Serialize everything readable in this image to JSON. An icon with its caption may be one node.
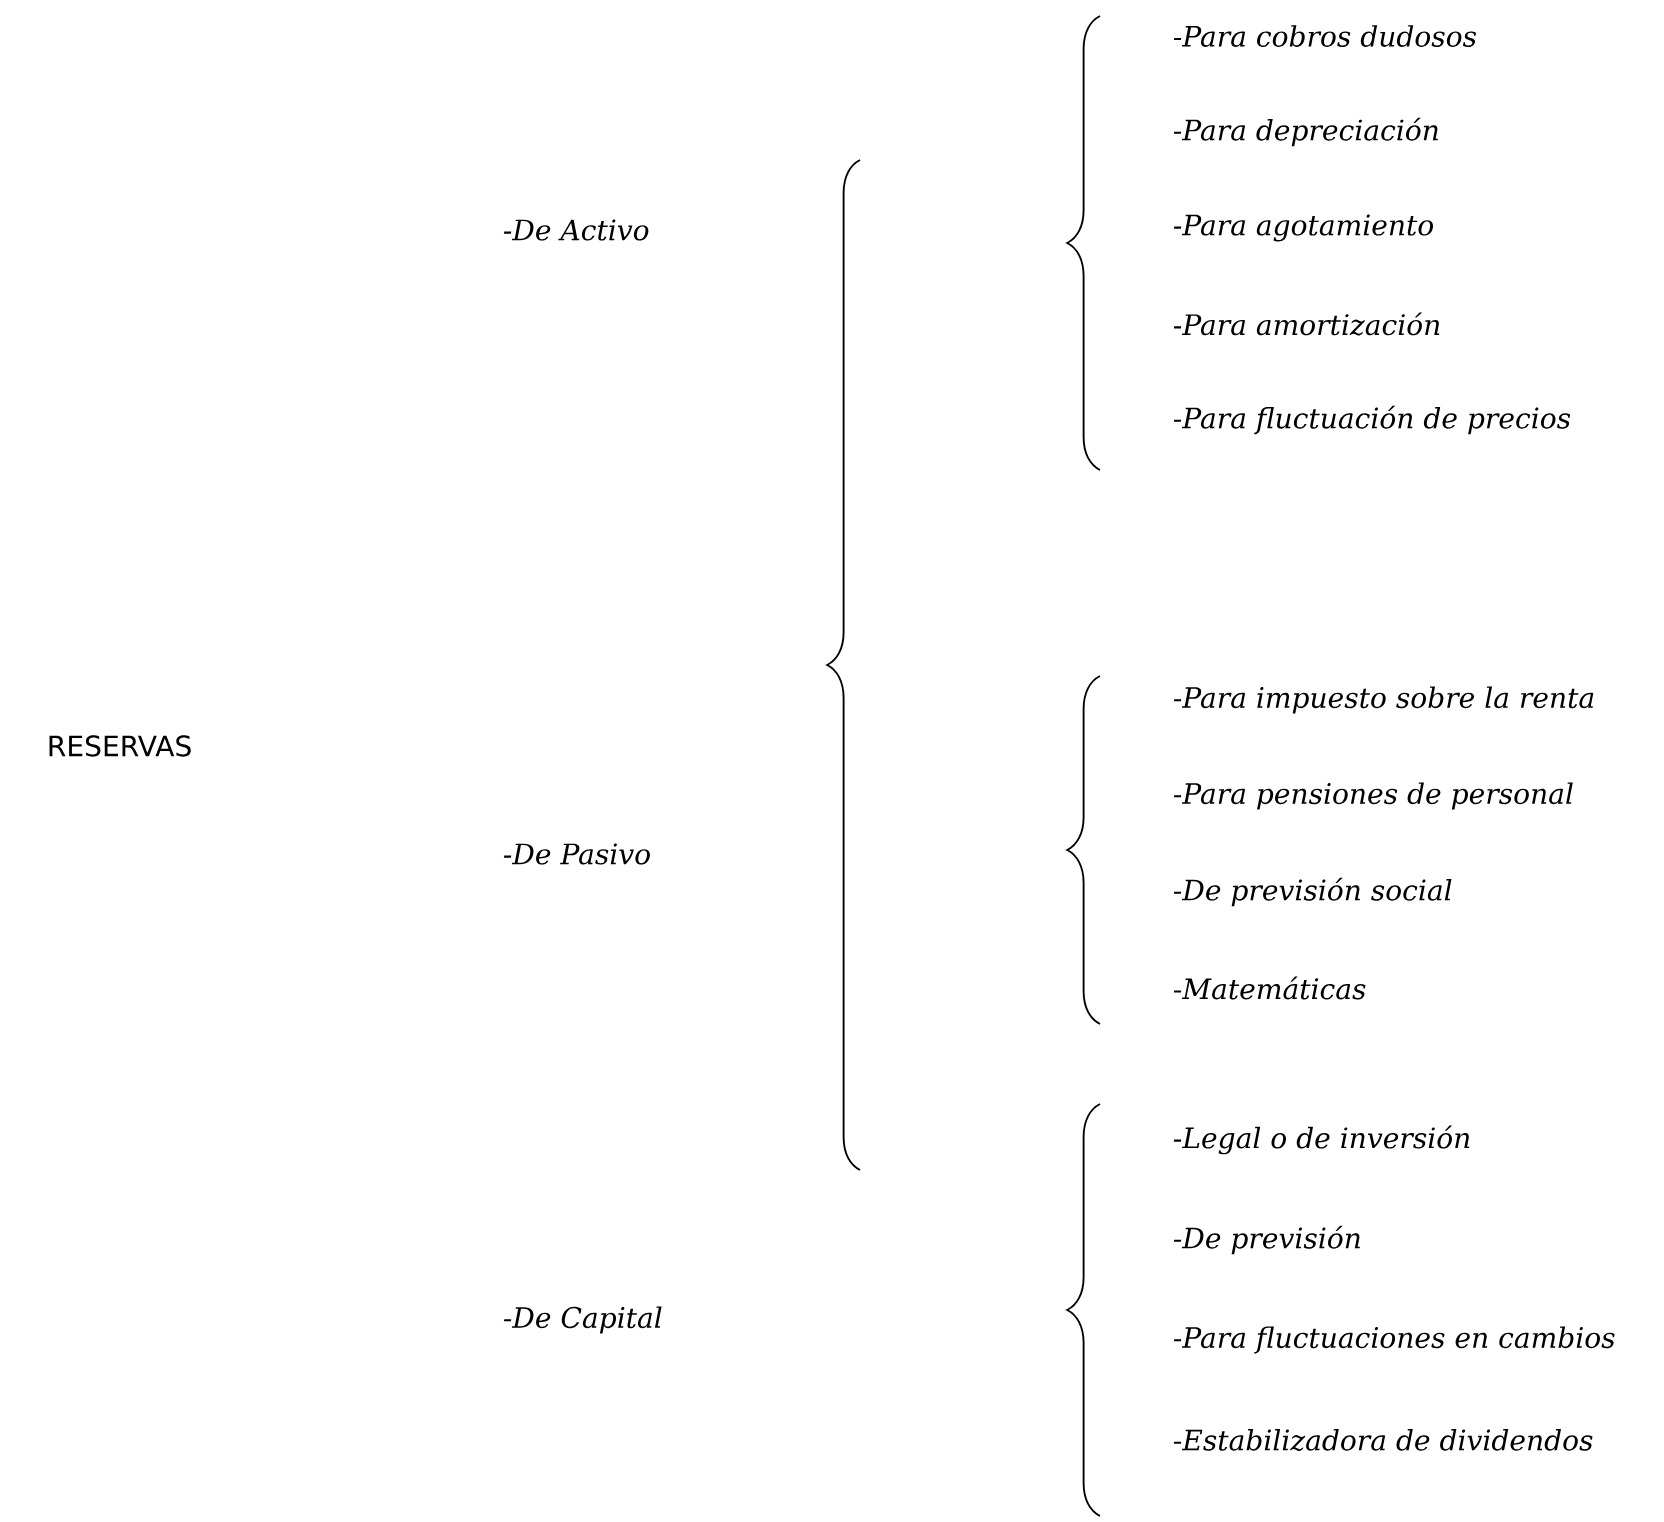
{
  "diagram": {
    "labels": [
      "RESERVAS",
      "-De Activo",
      "-Para cobros dudosos",
      "-Para depreciación",
      "-Para agotamiento",
      "-Para amortización",
      "-Para fluctuación de precios",
      "-De Pasivo",
      "-Para impuesto sobre la renta",
      "-Para pensiones de personal",
      "-De previsión social",
      "-Matemáticas",
      "-De Capital",
      "-Legal o de inversión",
      "-De previsión",
      "-Para fluctuaciones en cambios",
      "-Estabilizadora de dividendos"
    ]
  }
}
